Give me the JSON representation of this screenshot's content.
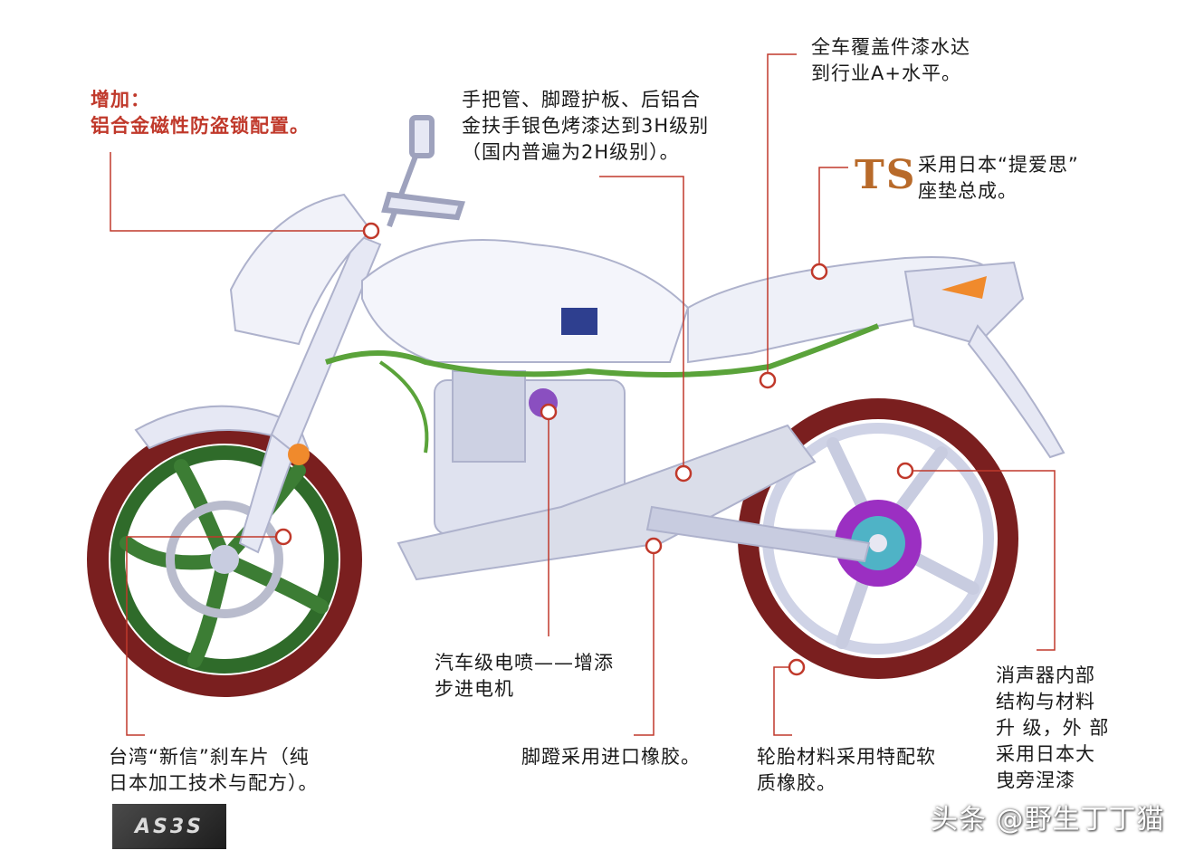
{
  "annotations": {
    "lock_title": "增加：",
    "lock_text": "铝合金磁性防盗锁配置。",
    "paint_line1": "手把管、脚蹬护板、后铝合",
    "paint_line2": "金扶手银色烤漆达到3H级别",
    "paint_line3": "（国内普遍为2H级别）。",
    "cover_line1": "全车覆盖件漆水达",
    "cover_line2": "到行业A+水平。",
    "seat_mark": "TS",
    "seat_line1": "采用日本“提爱思”",
    "seat_line2": "座垫总成。",
    "efi_line1": "汽车级电喷——增添",
    "efi_line2": "步进电机",
    "brake_line1": "台湾“新信”刹车片（纯",
    "brake_line2": "日本加工技术与配方）。",
    "pedal_text": "脚蹬采用进口橡胶。",
    "tire_line1": "轮胎材料采用特配软",
    "tire_line2": "质橡胶。",
    "muffler_line1": "消声器内部",
    "muffler_line2": "结构与材料",
    "muffler_line3": "升 级，外 部",
    "muffler_line4": "采用日本大",
    "muffler_line5": "曳旁涅漆"
  },
  "logo_text": "AS3S",
  "watermark": "头条 @野生丁丁猫",
  "colors": {
    "callout_line": "#c0392b",
    "title_red": "#c0392b",
    "tire": "#7a1f1f",
    "front_rim": "#2f6b2a",
    "frame": "#d9dcef",
    "sprocket": "#9b2fc2",
    "harness": "#5aa33a",
    "ts_mark": "#b86a2a"
  }
}
